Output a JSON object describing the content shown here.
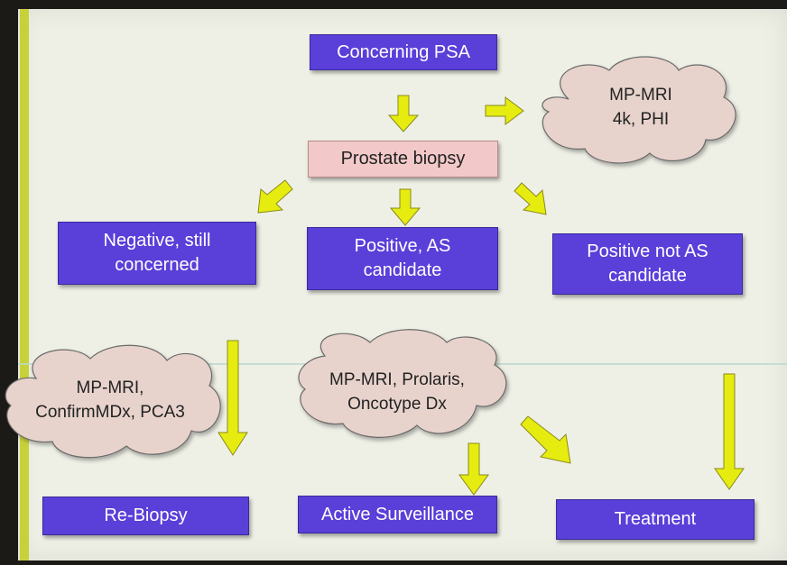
{
  "nodes": {
    "concerning_psa": "Concerning PSA",
    "prostate_biopsy": "Prostate biopsy",
    "negative_line1": "Negative, still",
    "negative_line2": "concerned",
    "positive_as_line1": "Positive, AS",
    "positive_as_line2": "candidate",
    "positive_not_as_line1": "Positive not AS",
    "positive_not_as_line2": "candidate",
    "re_biopsy": "Re-Biopsy",
    "active_surveillance": "Active Surveillance",
    "treatment": "Treatment"
  },
  "clouds": {
    "top_line1": "MP-MRI",
    "top_line2": "4k, PHI",
    "left_line1": "MP-MRI,",
    "left_line2": "ConfirmMDx, PCA3",
    "middle_line1": "MP-MRI, Prolaris,",
    "middle_line2": "Oncotype Dx"
  },
  "colors": {
    "box_fill": "#5a3fd9",
    "biopsy_fill": "#f2c9c8",
    "cloud_fill": "#e8d3cc",
    "arrow_fill": "#e6ec10"
  }
}
